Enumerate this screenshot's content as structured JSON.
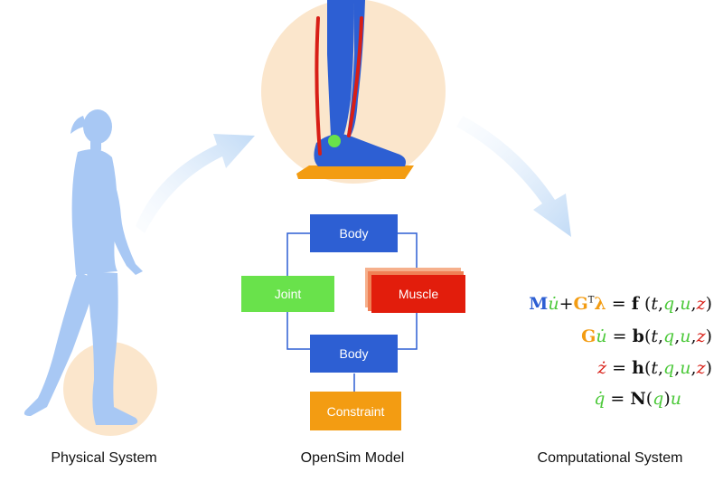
{
  "captions": {
    "physical": "Physical System",
    "model": "OpenSim Model",
    "computational": "Computational System"
  },
  "model_blocks": {
    "body_top": "Body",
    "joint": "Joint",
    "muscle": "Muscle",
    "body_bottom": "Body",
    "constraint": "Constraint"
  },
  "equations": [
    "M u̇ + Gᵀλ = f(t, q, u, z)",
    "G u̇ = b(t, q, u, z)",
    "ż = h(t, q, u, z)",
    "q̇ = N(q) u"
  ],
  "colors": {
    "body": "#2d5fd3",
    "joint": "#69e24b",
    "muscle": "#e21d0c",
    "constraint": "#f39c12",
    "circle_fill": "#fbe6cc",
    "silhouette": "#a8c8f4",
    "arrow": "#c9dff7"
  },
  "icons": [
    "walking-person-icon",
    "leg-model-icon",
    "curved-arrow-icon"
  ]
}
